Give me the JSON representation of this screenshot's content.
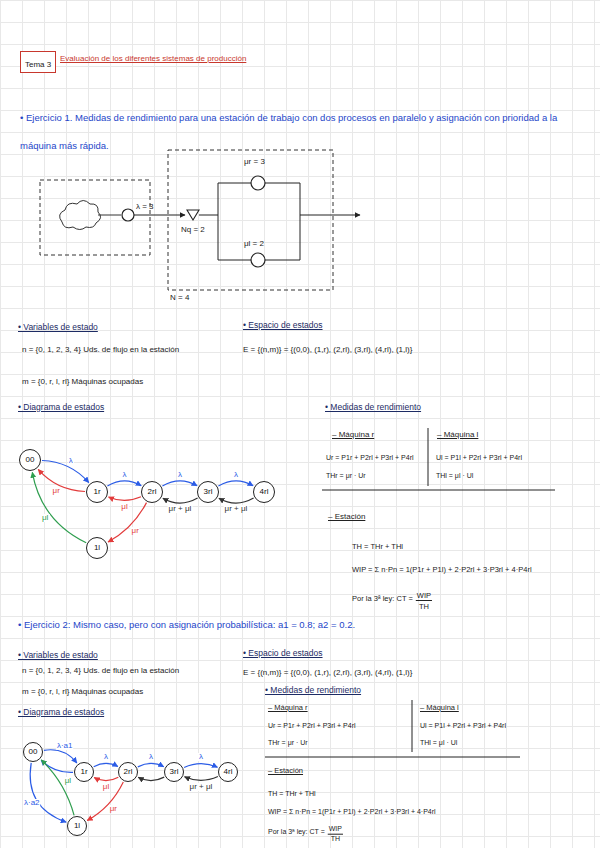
{
  "diagram": {
    "nodes": [
      {
        "text": [
          "Tema 3"
        ]
      },
      {
        "text": [
          "00"
        ]
      },
      {
        "text": [
          "1r"
        ]
      },
      {
        "text": [
          "2rl"
        ]
      },
      {
        "text": [
          "3rl"
        ]
      },
      {
        "text": [
          "4rl"
        ]
      },
      {
        "text": [
          "1l"
        ]
      },
      {
        "text": [
          "00"
        ]
      },
      {
        "text": [
          "1r"
        ]
      },
      {
        "text": [
          "2rl"
        ]
      },
      {
        "text": [
          "3rl"
        ]
      },
      {
        "text": [
          "4rl"
        ]
      },
      {
        "text": [
          "1l"
        ]
      }
    ],
    "edges": [
      {
        "from": 1,
        "to": 2,
        "arrow": "to",
        "label": "λ"
      },
      {
        "from": 2,
        "to": 3,
        "arrow": "to",
        "label": "λ"
      },
      {
        "from": 3,
        "to": 4,
        "arrow": "to",
        "label": "λ"
      },
      {
        "from": 4,
        "to": 5,
        "arrow": "to",
        "label": "λ"
      },
      {
        "from": 5,
        "to": 4,
        "arrow": "to",
        "label": "μr + μl"
      },
      {
        "from": 4,
        "to": 3,
        "arrow": "to",
        "label": "μr + μl"
      },
      {
        "from": 3,
        "to": 2,
        "arrow": "to",
        "label": "μl"
      },
      {
        "from": 2,
        "to": 1,
        "arrow": "to",
        "label": "μr"
      },
      {
        "from": 6,
        "to": 1,
        "arrow": "to",
        "label": "μl"
      },
      {
        "from": 3,
        "to": 6,
        "arrow": "to",
        "label": "μr"
      },
      {
        "from": 7,
        "to": 8,
        "arrow": "to",
        "label": "λ·a1"
      },
      {
        "from": 8,
        "to": 9,
        "arrow": "to",
        "label": "λ"
      },
      {
        "from": 9,
        "to": 10,
        "arrow": "to",
        "label": "λ"
      },
      {
        "from": 10,
        "to": 11,
        "arrow": "to",
        "label": "λ"
      },
      {
        "from": 11,
        "to": 10,
        "arrow": "to",
        "label": "μr + μl"
      },
      {
        "from": 10,
        "to": 9,
        "arrow": "to"
      },
      {
        "from": 9,
        "to": 8,
        "arrow": "to",
        "label": "μl"
      },
      {
        "from": 8,
        "to": 7,
        "arrow": "to"
      },
      {
        "from": 7,
        "to": 12,
        "arrow": "to",
        "label": "λ·a2"
      },
      {
        "from": 12,
        "to": 7,
        "arrow": "to",
        "label": "μl"
      },
      {
        "from": 9,
        "to": 12,
        "arrow": "to",
        "label": "μr"
      }
    ],
    "labels": [
      "Evaluación de los diferentes sistemas de producción",
      "• Ejercicio 1. Medidas de rendimiento para una estación de trabajo con dos procesos en paralelo y asignación con prioridad a la máquina más rápida.",
      "λ = 3",
      "Nq = 2",
      "μr = 3",
      "μl = 2",
      "N = 4",
      "• Variables de estado",
      "n = {0, 1, 2, 3, 4} Uds. de flujo en la estación",
      "m = {0, r, l, rl} Máquinas ocupadas",
      "• Espacio de estados",
      "E = {(n,m)} = {(0,0), (1,r), (2,rl), (3,rl), (4,rl), (1,l)}",
      "• Diagrama de estados",
      "• Medidas de rendimiento",
      "– Máquina r",
      "– Máquina l",
      "Ur = P1r + P2rl + P3rl + P4rl",
      "THr = μr · Ur",
      "Ul = P1l + P2rl + P3rl + P4rl",
      "THl = μl · Ul",
      "– Estación",
      "TH = THr + THl",
      "WIP = Σ n·Pn = 1(P1r + P1l) + 2·P2rl + 3·P3rl + 4·P4rl",
      "Por la 3ª ley: CT =",
      "WIP",
      "TH",
      "• Ejercicio 2: Mismo caso, pero con asignación probabilística: a1 = 0.8; a2 = 0.2.",
      "• Variables de estado",
      "n = {0, 1, 2, 3, 4} Uds. de flujo en la estación",
      "m = {0, r, l, rl} Máquinas ocupadas",
      "• Diagrama de estados",
      "• Espacio de estados",
      "E = {(n,m)} = {(0,0), (1,r), (2,rl), (3,rl), (4,rl), (1,l)}",
      "• Medidas de rendimiento",
      "– Máquina r",
      "– Máquina l",
      "Ur = P1r + P2rl + P3rl + P4rl",
      "THr = μr · Ur",
      "Ul = P1l + P2rl + P3rl + P4rl",
      "THl = μl · Ul",
      "– Estación",
      "TH = THr + THl",
      "WIP = Σ n·Pn = 1(P1r + P1l) + 2·P2rl + 3·P3rl + 4·P4rl",
      "Por la 3ª ley: CT =",
      "WIP",
      "TH"
    ]
  }
}
